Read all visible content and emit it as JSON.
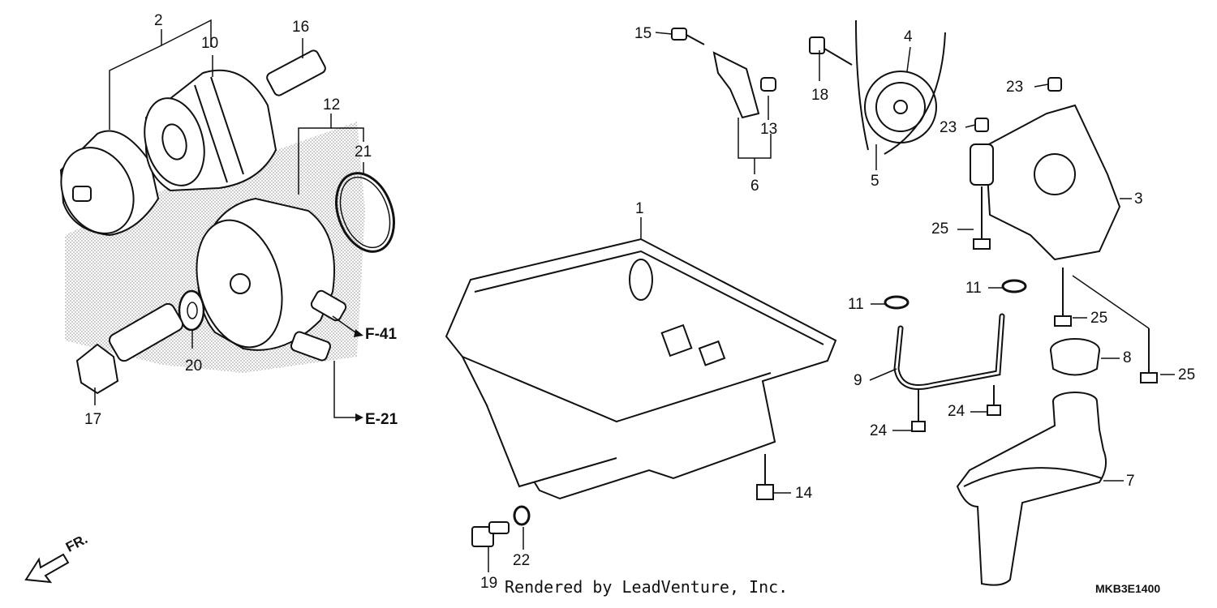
{
  "callouts": {
    "c1": "1",
    "c2": "2",
    "c3": "3",
    "c4": "4",
    "c5": "5",
    "c6": "6",
    "c7": "7",
    "c8": "8",
    "c9": "9",
    "c10": "10",
    "c11a": "11",
    "c11b": "11",
    "c12": "12",
    "c13": "13",
    "c14": "14",
    "c15": "15",
    "c16": "16",
    "c17": "17",
    "c18": "18",
    "c19": "19",
    "c20": "20",
    "c21": "21",
    "c22": "22",
    "c23a": "23",
    "c23b": "23",
    "c24a": "24",
    "c24b": "24",
    "c25a": "25",
    "c25b": "25",
    "c25c": "25"
  },
  "refs": {
    "f41": "F-41",
    "e21": "E-21"
  },
  "front_marker": "FR.",
  "credit": "Rendered by LeadVenture, Inc.",
  "diagram_code": "MKB3E1400",
  "colors": {
    "line": "#111111",
    "shade": "#bdbdbd",
    "paper": "#ffffff"
  }
}
